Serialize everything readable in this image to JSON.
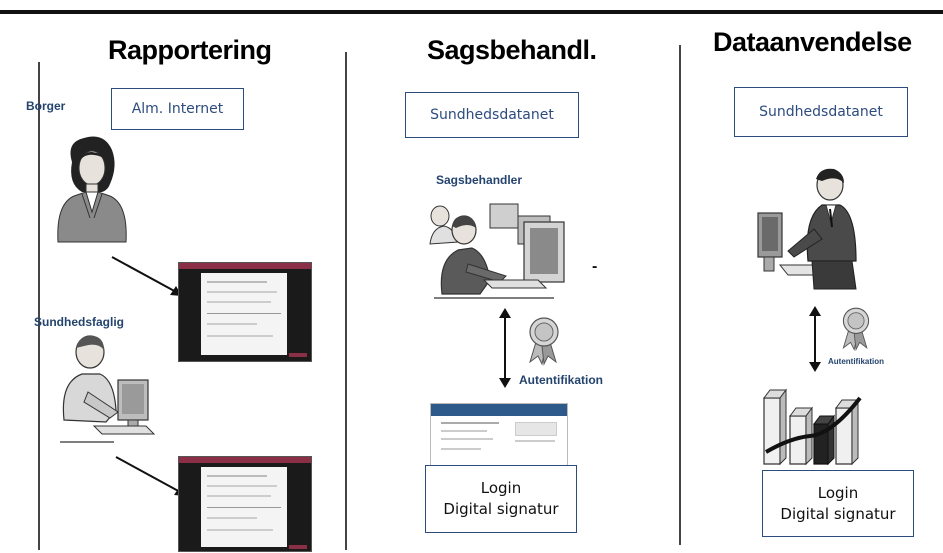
{
  "columns": [
    {
      "heading": "Rapportering"
    },
    {
      "heading": "Sagsbehandl."
    },
    {
      "heading": "Dataanvendelse"
    }
  ],
  "rapportering": {
    "box_label": "Alm. Internet",
    "role_borger": "Borger",
    "role_sundhedsfaglig": "Sundhedsfaglig"
  },
  "sagsbehandling": {
    "box_label": "Sundhedsdatanet",
    "role_label": "Sagsbehandler",
    "auth_label": "Autentifikation",
    "dash": "-",
    "login_line1": "Login",
    "login_line2": "Digital signatur"
  },
  "dataanvendelse": {
    "box_label": "Sundhedsdatanet",
    "auth_label": "Autentifikation",
    "login_line1": "Login",
    "login_line2": "Digital signatur"
  },
  "colors": {
    "box_border": "#2d4c7e",
    "role_text": "#24446e",
    "screen_bar": "#8a2f45",
    "screen_body": "#1a1a1a"
  },
  "icons": [
    "woman-user-icon",
    "clinician-computer-icon",
    "caseworker-computer-icon",
    "businessman-computer-icon",
    "certificate-icon",
    "bar-chart-icon",
    "webpage-screenshot-icon",
    "double-arrow-icon"
  ]
}
